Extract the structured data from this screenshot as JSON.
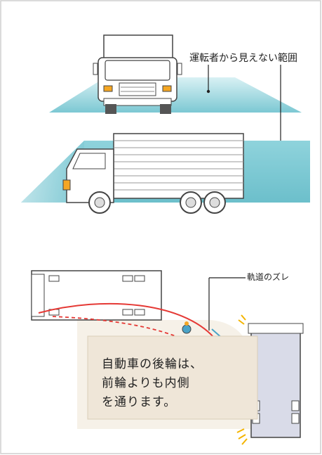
{
  "labels": {
    "blind_area": "運転者から見えない範囲",
    "track_offset": "軌道のズレ"
  },
  "note": {
    "line1": "自動車の後輪は、",
    "line2": "前輪よりも内側",
    "line3": "を通ります。"
  },
  "colors": {
    "blind_area": "#8fd3dc",
    "truck_body": "#ffffff",
    "outline": "#444444",
    "front_path": "#e53935",
    "rear_path": "#e53935",
    "note_bg": "#efe6d8",
    "caution": "#f4b400"
  }
}
